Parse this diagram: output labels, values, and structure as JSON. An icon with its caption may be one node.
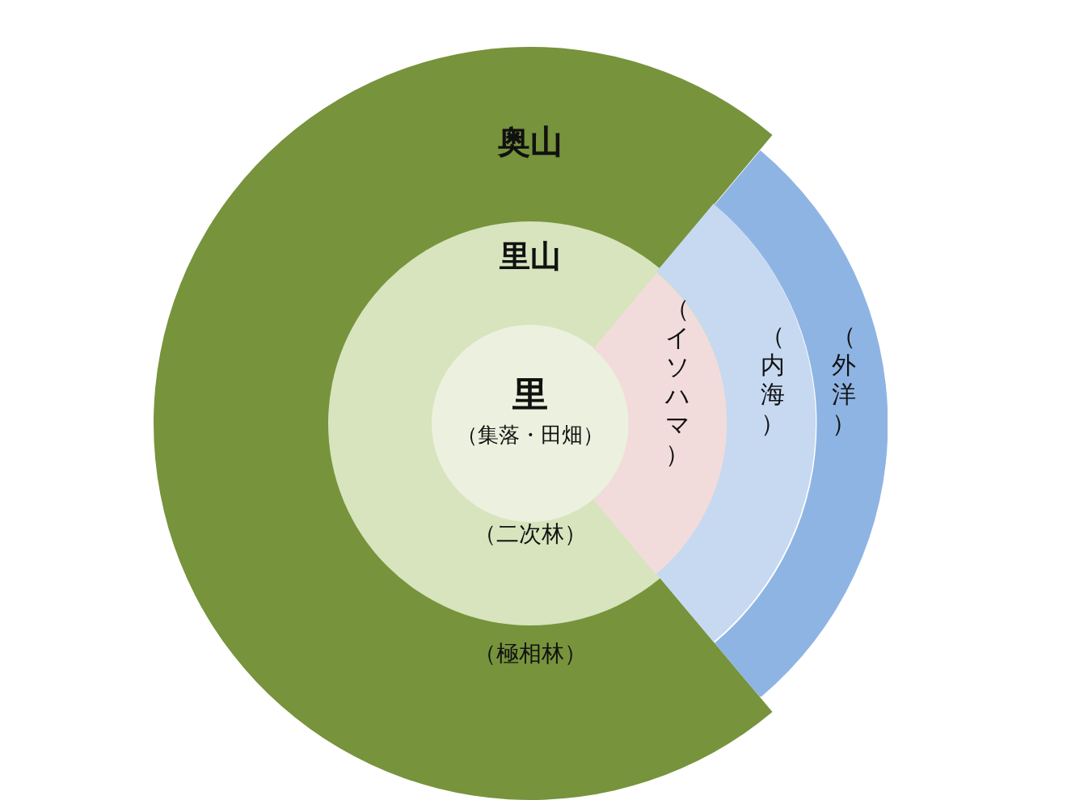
{
  "diagram": {
    "nodes": [
      {
        "text": [
          "奥山",
          "（極相林）"
        ]
      },
      {
        "text": [
          "里山",
          "（二次林）"
        ],
        "in": 0
      },
      {
        "text": [
          "里",
          "（集落・田畑）"
        ],
        "in": 1
      },
      {
        "text": [
          "（イソハマ）"
        ],
        "in": 1
      },
      {
        "text": [
          "（内海）"
        ]
      },
      {
        "text": [
          "（外洋）"
        ]
      }
    ]
  }
}
